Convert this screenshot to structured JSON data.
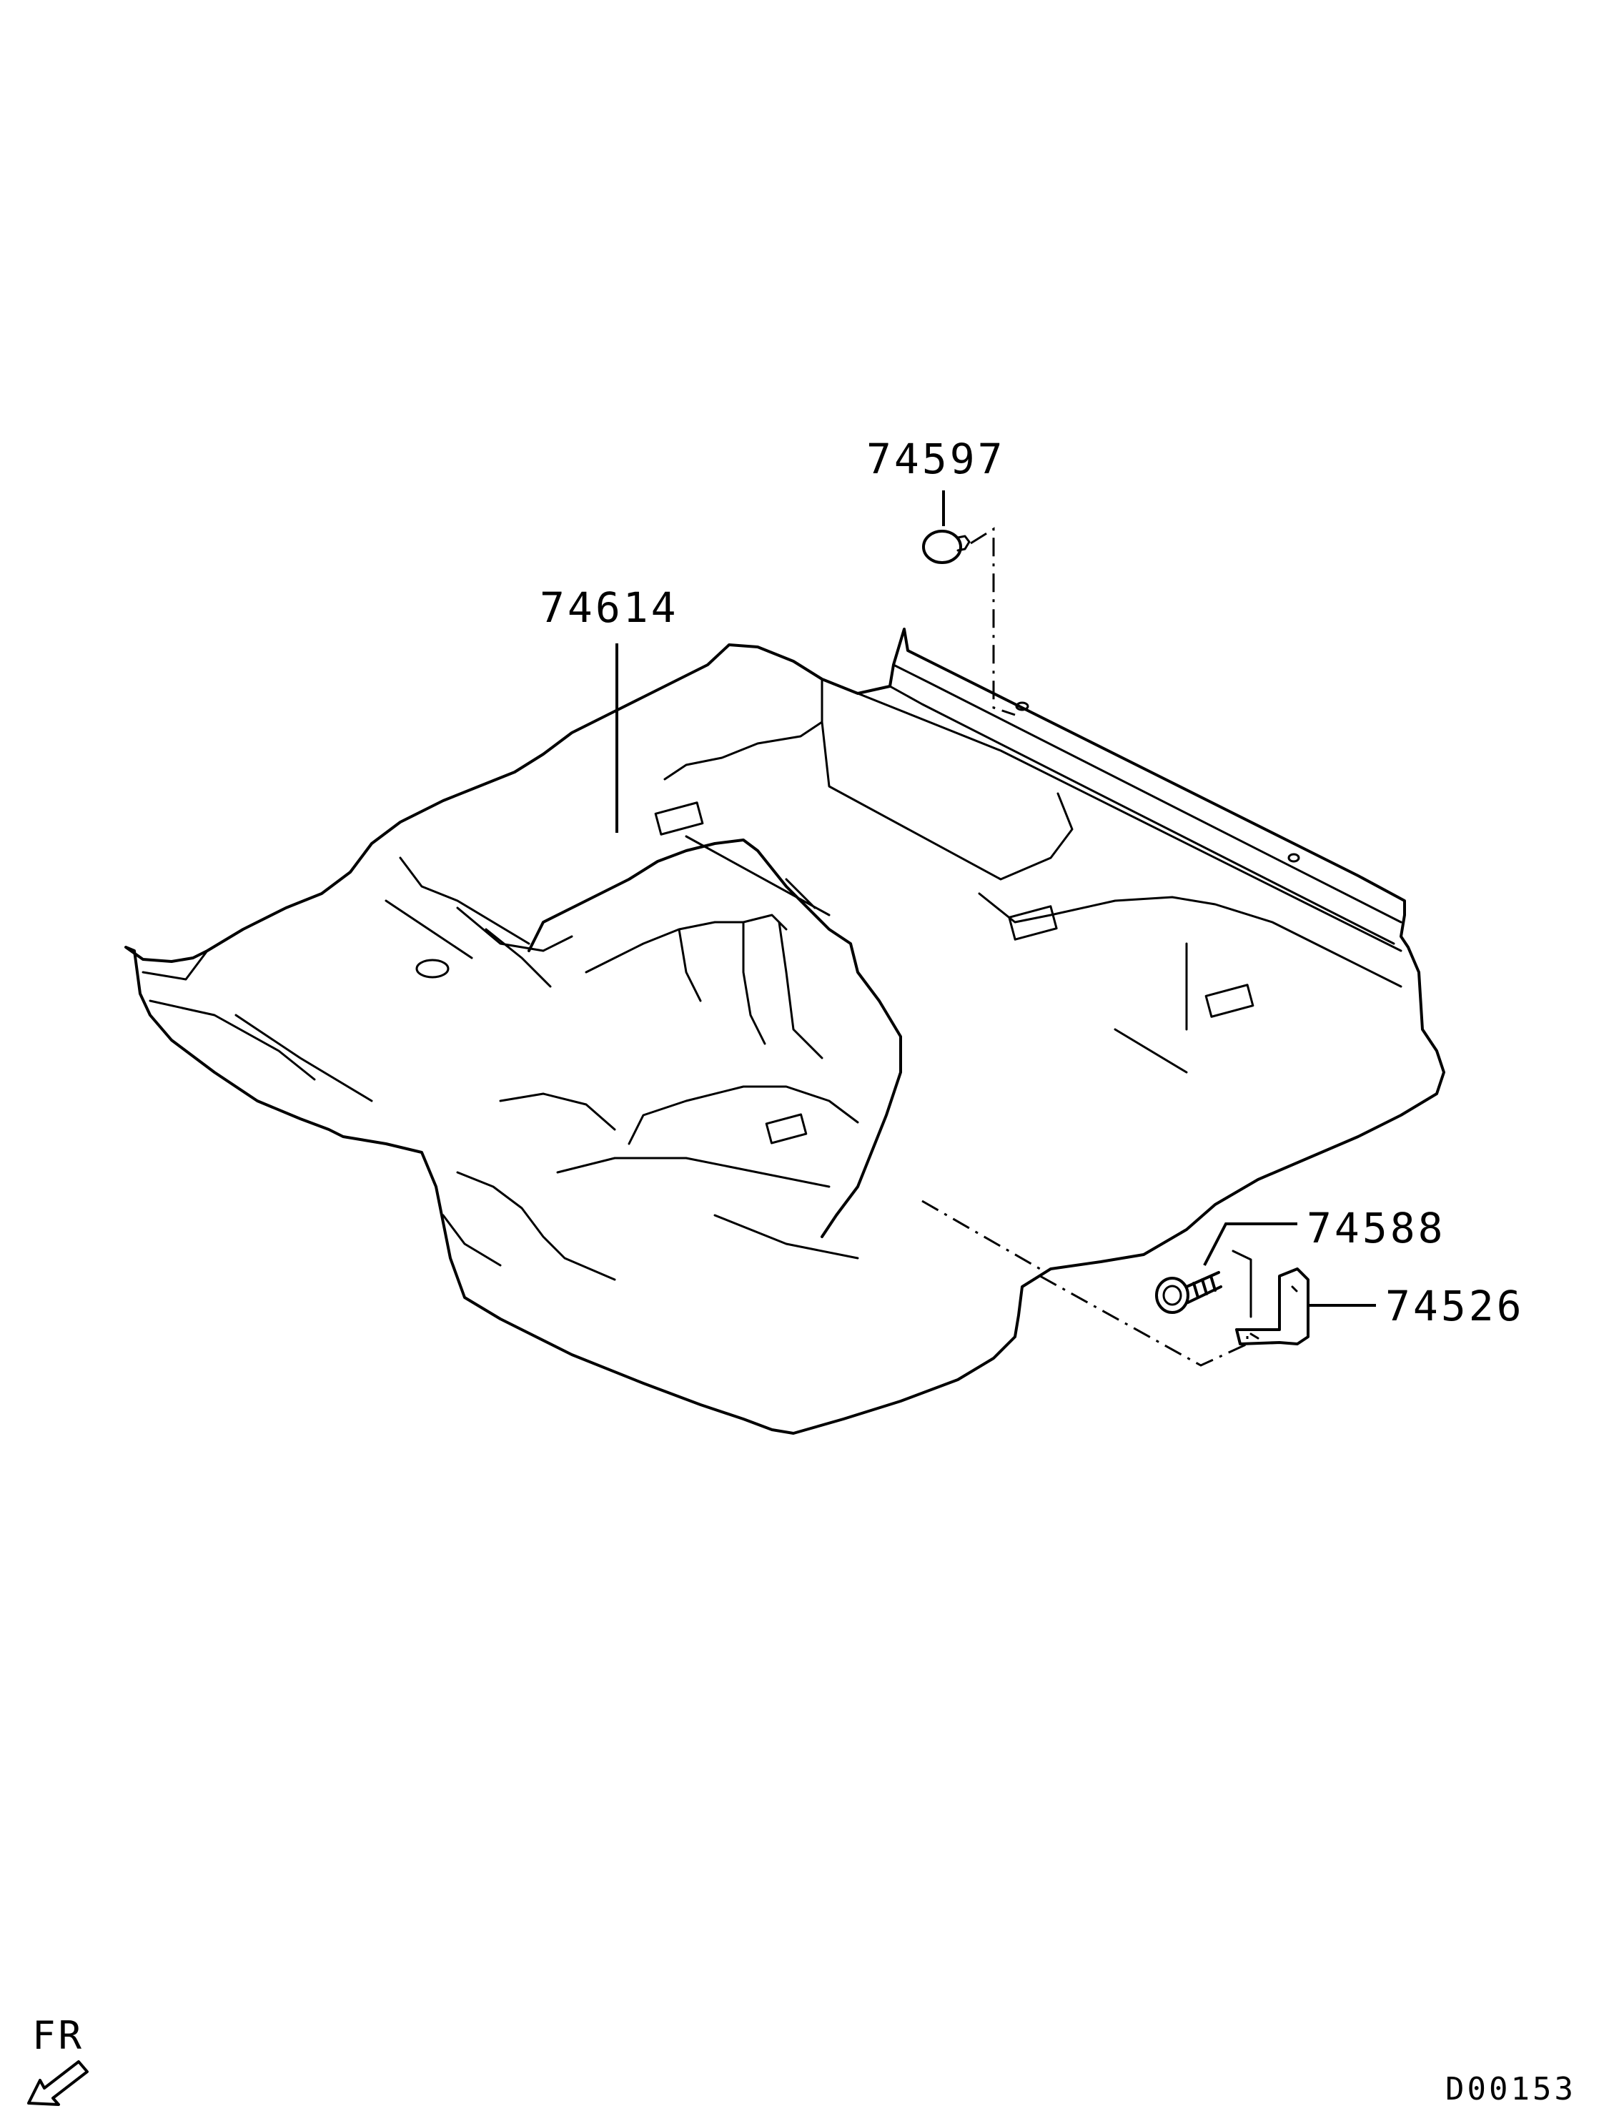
{
  "callouts": {
    "carpet": "74614",
    "clip": "74597",
    "screw": "74588",
    "bracket": "74526"
  },
  "direction": {
    "label": "FR",
    "icon": "front-arrow-icon"
  },
  "drawing_code": "D00153"
}
